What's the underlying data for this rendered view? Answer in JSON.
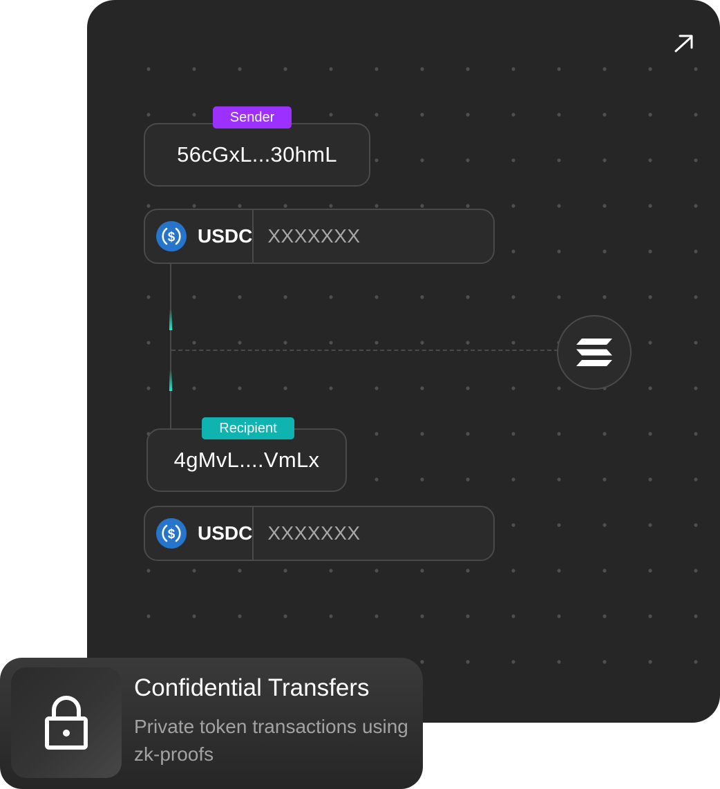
{
  "sender": {
    "tag": "Sender",
    "address": "56cGxL...30hmL",
    "tag_color": "#9b30ff",
    "token": {
      "symbol": "USDC",
      "icon": "usdc-icon"
    },
    "amount_placeholder": "XXXXXXX"
  },
  "recipient": {
    "tag": "Recipient",
    "address": "4gMvL....VmLx",
    "tag_color": "#0fb3b0",
    "token": {
      "symbol": "USDC",
      "icon": "usdc-icon"
    },
    "amount_placeholder": "XXXXXXX"
  },
  "network": {
    "icon": "solana-icon"
  },
  "external_link": {
    "icon": "arrow-up-right-icon"
  },
  "feature": {
    "title": "Confidential Transfers",
    "description": "Private token transactions using zk-proofs",
    "icon": "lock-icon"
  },
  "colors": {
    "panel": "#262626",
    "accent_pulse": "#14f1c8",
    "usdc": "#2775ca"
  }
}
